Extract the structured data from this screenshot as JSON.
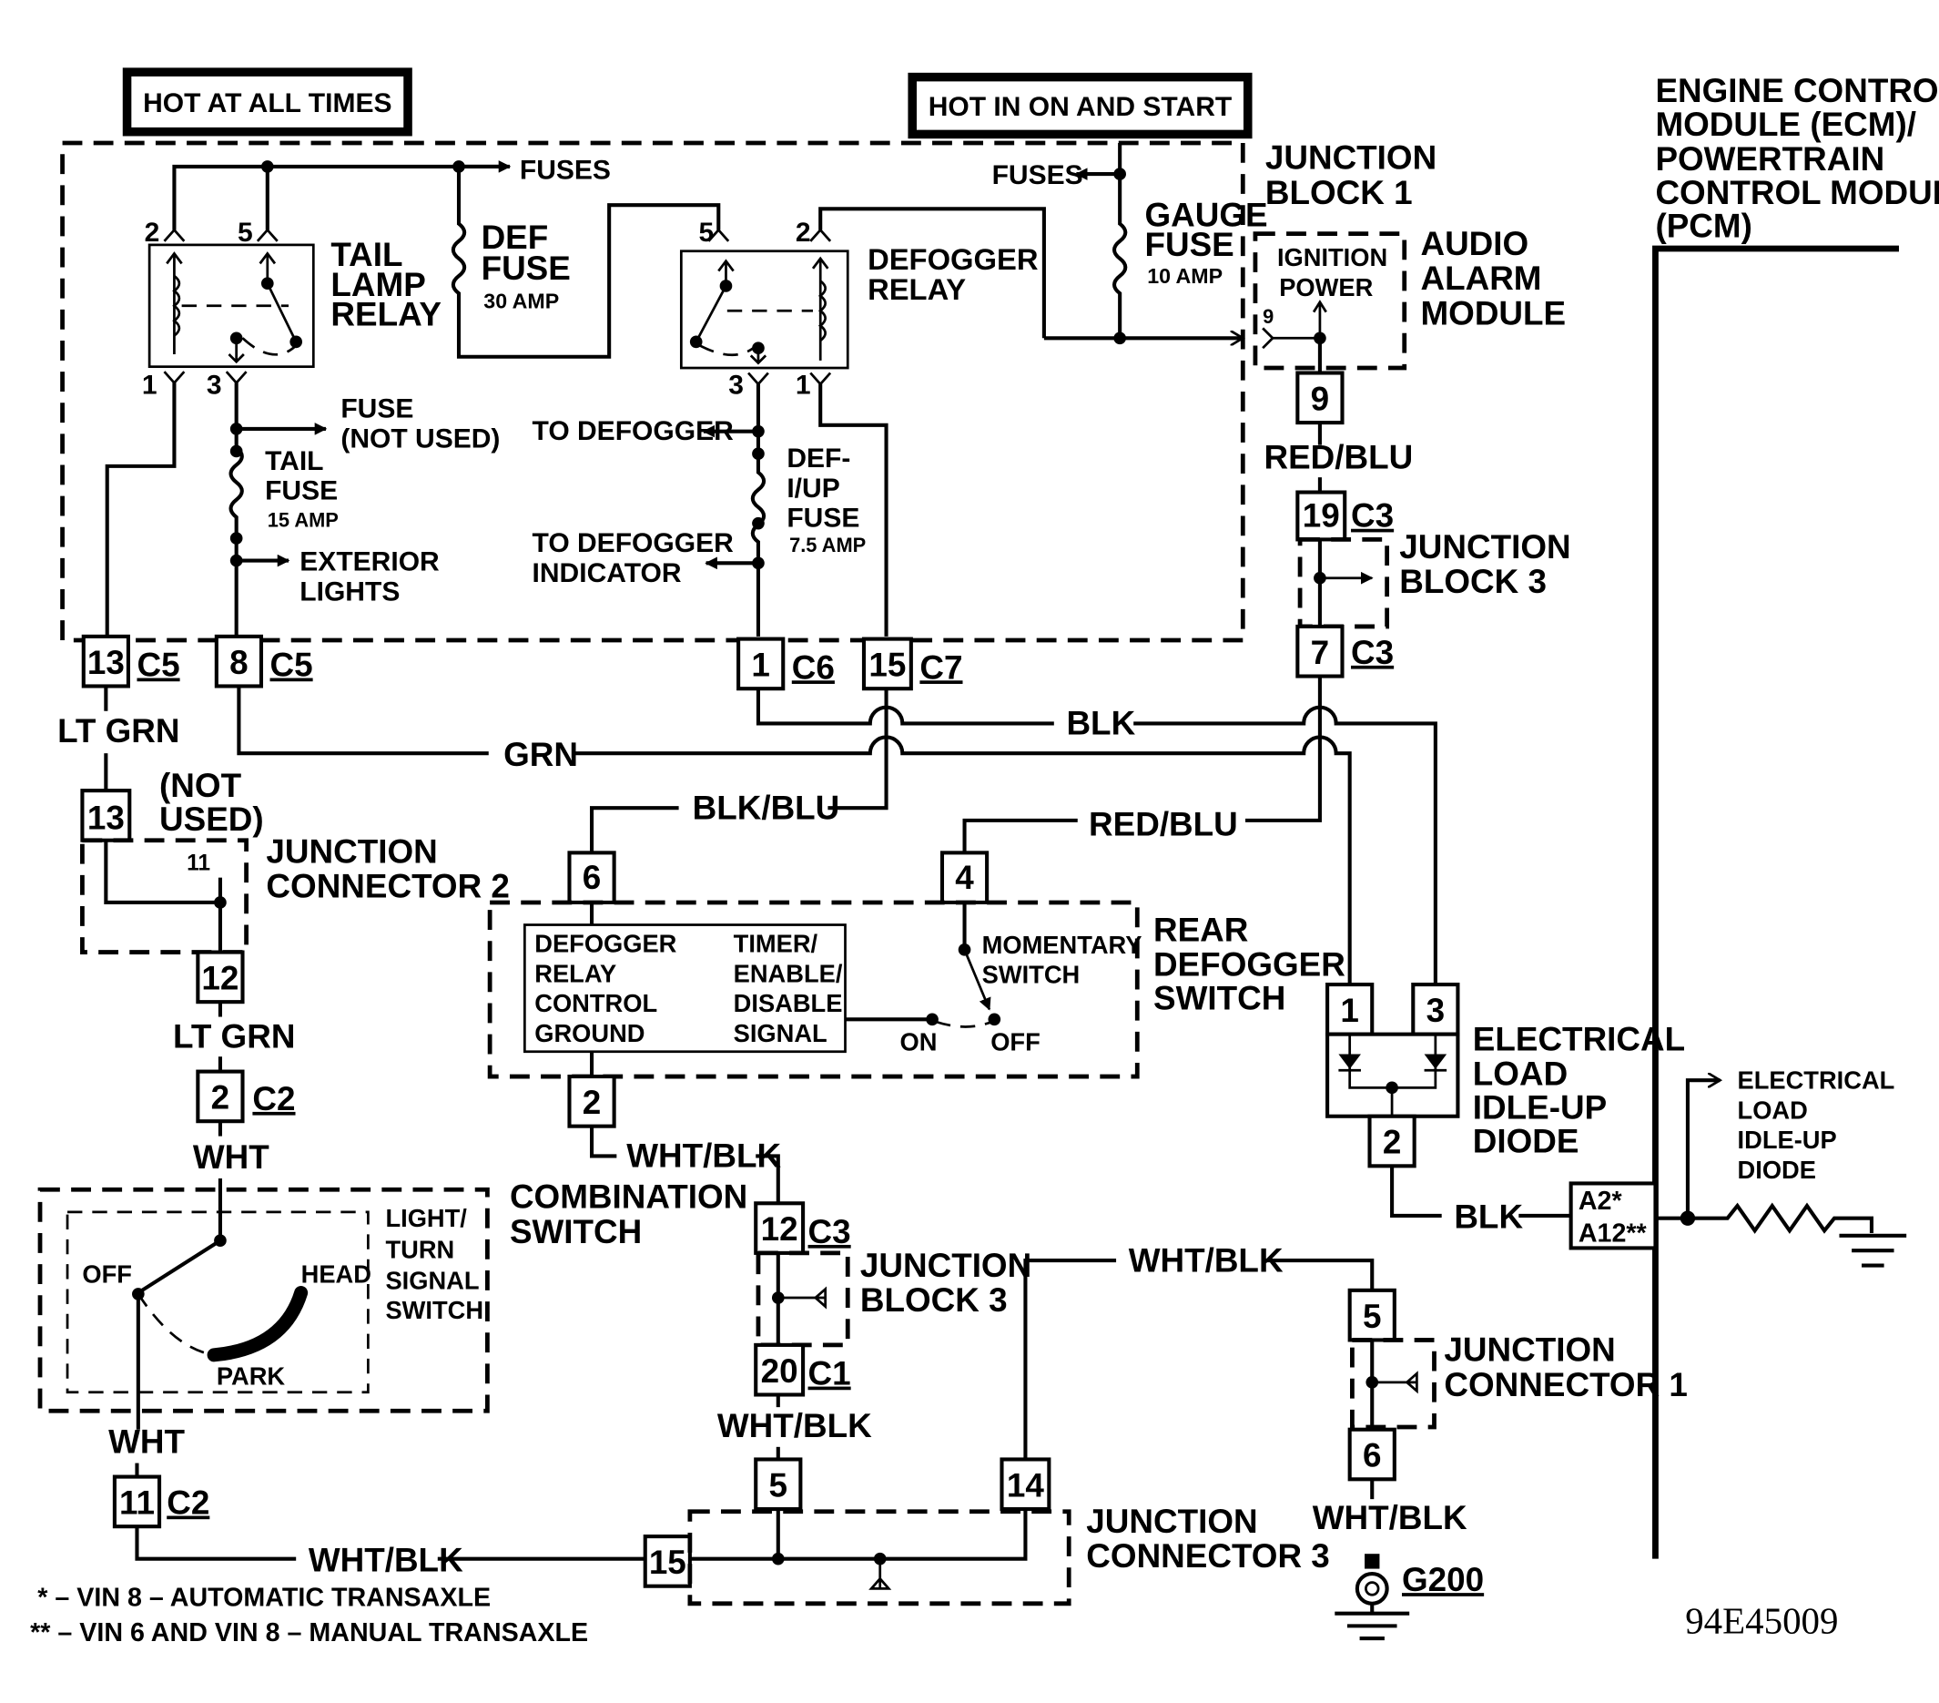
{
  "diagram_id": "94E45009",
  "headers": {
    "hot_at_all_times": "HOT AT ALL TIMES",
    "hot_in_on_start": "HOT IN ON AND START"
  },
  "junction_block_1": {
    "line1": "JUNCTION",
    "line2": "BLOCK 1"
  },
  "fuses_label": "FUSES",
  "tail_lamp_relay": {
    "line1": "TAIL",
    "line2": "LAMP",
    "line3": "RELAY",
    "pins": [
      "2",
      "5",
      "1",
      "3"
    ]
  },
  "def_fuse": {
    "line1": "DEF",
    "line2": "FUSE",
    "rating": "30 AMP"
  },
  "defogger_relay": {
    "line1": "DEFOGGER",
    "line2": "RELAY",
    "pins": [
      "5",
      "2",
      "3",
      "1"
    ]
  },
  "gauge_fuse": {
    "line1": "GAUGE",
    "line2": "FUSE",
    "rating": "10 AMP"
  },
  "fuse_not_used": {
    "line1": "FUSE",
    "line2": "(NOT USED)"
  },
  "tail_fuse": {
    "line1": "TAIL",
    "line2": "FUSE",
    "rating": "15 AMP"
  },
  "exterior_lights": {
    "line1": "EXTERIOR",
    "line2": "LIGHTS"
  },
  "to_defogger": "TO DEFOGGER",
  "to_defogger_indicator": {
    "line1": "TO DEFOGGER",
    "line2": "INDICATOR"
  },
  "def_iup_fuse": {
    "line1": "DEF-",
    "line2": "I/UP",
    "line3": "FUSE",
    "rating": "7.5 AMP"
  },
  "audio_alarm": {
    "line1": "AUDIO",
    "line2": "ALARM",
    "line3": "MODULE",
    "inner1": "IGNITION",
    "inner2": "POWER",
    "pin_inner": "9",
    "pin": "9"
  },
  "ecm": {
    "line1": "ENGINE CONTROL",
    "line2": "MODULE (ECM)/",
    "line3": "POWERTRAIN",
    "line4": "CONTROL MODULE",
    "line5": "(PCM)",
    "pin1": "A2*",
    "pin2": "A12**"
  },
  "jb3_upper": {
    "line1": "JUNCTION",
    "line2": "BLOCK 3",
    "pin_top": "19",
    "conn_top": "C3",
    "pin_bottom": "7",
    "conn_bottom": "C3"
  },
  "jb1_connectors": [
    {
      "pin": "13",
      "conn": "C5"
    },
    {
      "pin": "8",
      "conn": "C5"
    },
    {
      "pin": "1",
      "conn": "C6"
    },
    {
      "pin": "15",
      "conn": "C7"
    }
  ],
  "wires": {
    "red_blu_1": "RED/BLU",
    "lt_grn_1": "LT GRN",
    "blk_1": "BLK",
    "grn": "GRN",
    "blk_blu": "BLK/BLU",
    "red_blu_2": "RED/BLU",
    "lt_grn_2": "LT GRN",
    "wht_1": "WHT",
    "wht_blk_1": "WHT/BLK",
    "wht_blk_2": "WHT/BLK",
    "wht_2": "WHT",
    "wht_blk_3": "WHT/BLK",
    "wht_blk_4": "WHT/BLK",
    "wht_blk_5": "WHT/BLK",
    "blk_2": "BLK"
  },
  "junction_connector_2": {
    "line1": "JUNCTION",
    "line2": "CONNECTOR 2",
    "not_used1": "(NOT",
    "not_used2": "USED)",
    "pin_top": "13",
    "pin_inner": "11",
    "pin_bottom": "12"
  },
  "combo_pin_top": {
    "pin": "2",
    "conn": "C2"
  },
  "rear_defogger_switch": {
    "line1": "REAR",
    "line2": "DEFOGGER",
    "line3": "SWITCH",
    "pin_left": "6",
    "pin_right": "4",
    "pin_bottom": "2",
    "ctrl": [
      "DEFOGGER",
      "RELAY",
      "CONTROL",
      "GROUND"
    ],
    "timer": [
      "TIMER/",
      "ENABLE/",
      "DISABLE",
      "SIGNAL"
    ],
    "momentary1": "MOMENTARY",
    "momentary2": "SWITCH",
    "on": "ON",
    "off": "OFF"
  },
  "idle_diode": {
    "line1": "ELECTRICAL",
    "line2": "LOAD",
    "line3": "IDLE-UP",
    "line4": "DIODE",
    "pin1": "1",
    "pin3": "3",
    "pin2": "2"
  },
  "ecm_diode": {
    "line1": "ELECTRICAL",
    "line2": "LOAD",
    "line3": "IDLE-UP",
    "line4": "DIODE"
  },
  "combination_switch": {
    "line1": "COMBINATION",
    "line2": "SWITCH",
    "inner1": "LIGHT/",
    "inner2": "TURN",
    "inner3": "SIGNAL",
    "inner4": "SWITCH",
    "off": "OFF",
    "head": "HEAD",
    "park": "PARK",
    "pin_bottom": "11",
    "conn_bottom": "C2"
  },
  "jb3_lower": {
    "line1": "JUNCTION",
    "line2": "BLOCK 3",
    "pin_top": "12",
    "conn_top": "C3",
    "pin_bottom": "20",
    "conn_bottom": "C1"
  },
  "junction_connector_1": {
    "line1": "JUNCTION",
    "line2": "CONNECTOR 1",
    "pin_top": "5",
    "pin_bottom": "6"
  },
  "junction_connector_3": {
    "line1": "JUNCTION",
    "line2": "CONNECTOR 3",
    "pin_left": "15",
    "pin_top1": "5",
    "pin_top2": "14"
  },
  "ground": "G200",
  "footnotes": {
    "note1": "* – VIN 8 – AUTOMATIC TRANSAXLE",
    "note2": "** – VIN 6 AND VIN 8 – MANUAL TRANSAXLE"
  }
}
